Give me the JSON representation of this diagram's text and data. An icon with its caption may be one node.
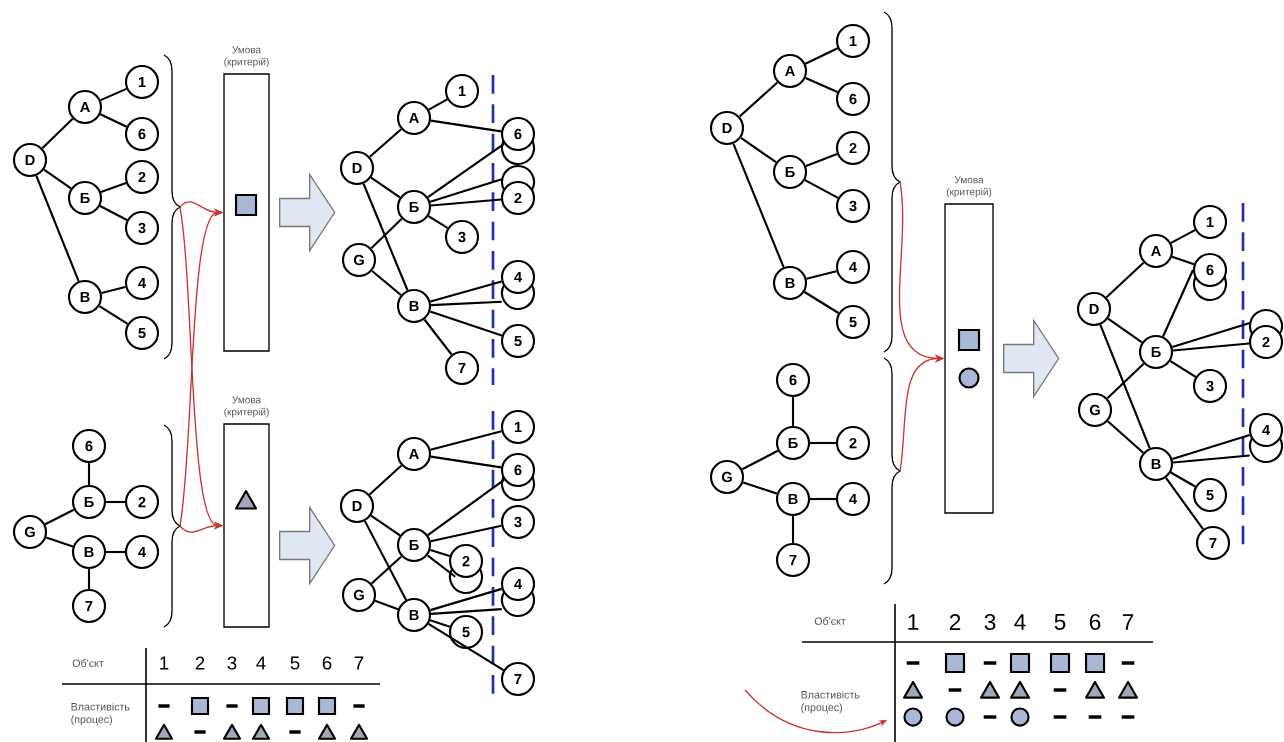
{
  "diagram": {
    "nodes": [
      {
        "text": [
          "D"
        ]
      },
      {
        "text": [
          "А"
        ]
      },
      {
        "text": [
          "1"
        ]
      },
      {
        "text": [
          "6"
        ]
      },
      {
        "text": [
          "Б"
        ]
      },
      {
        "text": [
          "2"
        ]
      },
      {
        "text": [
          "3"
        ]
      },
      {
        "text": [
          "В"
        ]
      },
      {
        "text": [
          "4"
        ]
      },
      {
        "text": [
          "5"
        ]
      },
      {
        "text": [],
        "shape": "brace"
      },
      {
        "text": [
          "Умова (критерій)"
        ]
      },
      {
        "text": [
          "D"
        ]
      },
      {
        "text": [
          "G"
        ]
      },
      {
        "text": [
          "А"
        ]
      },
      {
        "text": [
          "Б"
        ]
      },
      {
        "text": [
          "В"
        ]
      },
      {
        "text": [
          "1"
        ]
      },
      {
        "text": [
          "3"
        ]
      },
      {
        "text": [
          "7"
        ]
      },
      {
        "text": [
          "6"
        ]
      },
      {
        "text": [],
        "shape": "circle"
      },
      {
        "text": [],
        "shape": "circle"
      },
      {
        "text": [
          "2"
        ]
      },
      {
        "text": [
          "4"
        ]
      },
      {
        "text": [],
        "shape": "circle"
      },
      {
        "text": [
          "5"
        ]
      },
      {
        "text": [
          "G"
        ]
      },
      {
        "text": [
          "6"
        ]
      },
      {
        "text": [
          "Б"
        ]
      },
      {
        "text": [
          "2"
        ]
      },
      {
        "text": [
          "В"
        ]
      },
      {
        "text": [
          "4"
        ]
      },
      {
        "text": [
          "7"
        ]
      },
      {
        "text": [],
        "shape": "brace"
      },
      {
        "text": [
          "Умова (критерій)"
        ]
      },
      {
        "text": [
          "D"
        ]
      },
      {
        "text": [
          "G"
        ]
      },
      {
        "text": [
          "А"
        ]
      },
      {
        "text": [
          "Б"
        ]
      },
      {
        "text": [
          "В"
        ]
      },
      {
        "text": [
          "1"
        ]
      },
      {
        "text": [
          "6"
        ]
      },
      {
        "text": [],
        "shape": "circle"
      },
      {
        "text": [
          "3"
        ]
      },
      {
        "text": [
          "2"
        ]
      },
      {
        "text": [],
        "shape": "circle"
      },
      {
        "text": [
          "4"
        ]
      },
      {
        "text": [],
        "shape": "circle"
      },
      {
        "text": [
          "5"
        ]
      },
      {
        "text": [
          "7"
        ]
      },
      {
        "text": [
          "D"
        ]
      },
      {
        "text": [
          "А"
        ]
      },
      {
        "text": [
          "1"
        ]
      },
      {
        "text": [
          "6"
        ]
      },
      {
        "text": [
          "Б"
        ]
      },
      {
        "text": [
          "2"
        ]
      },
      {
        "text": [
          "3"
        ]
      },
      {
        "text": [
          "В"
        ]
      },
      {
        "text": [
          "4"
        ]
      },
      {
        "text": [
          "5"
        ]
      },
      {
        "text": [],
        "shape": "brace"
      },
      {
        "text": [
          "G"
        ]
      },
      {
        "text": [
          "6"
        ]
      },
      {
        "text": [
          "Б"
        ]
      },
      {
        "text": [
          "2"
        ]
      },
      {
        "text": [
          "В"
        ]
      },
      {
        "text": [
          "4"
        ]
      },
      {
        "text": [
          "7"
        ]
      },
      {
        "text": [],
        "shape": "brace"
      },
      {
        "text": [
          "Умова (критерій)"
        ]
      },
      {
        "text": [
          "D"
        ]
      },
      {
        "text": [
          "G"
        ]
      },
      {
        "text": [
          "А"
        ]
      },
      {
        "text": [
          "Б"
        ]
      },
      {
        "text": [
          "В"
        ]
      },
      {
        "text": [
          "1"
        ]
      },
      {
        "text": [
          "6"
        ]
      },
      {
        "text": [],
        "shape": "circle"
      },
      {
        "text": [],
        "shape": "circle"
      },
      {
        "text": [
          "2"
        ]
      },
      {
        "text": [
          "3"
        ]
      },
      {
        "text": [
          "4"
        ]
      },
      {
        "text": [],
        "shape": "circle"
      },
      {
        "text": [
          "5"
        ]
      },
      {
        "text": [
          "7"
        ]
      }
    ],
    "edges": [
      {
        "from": 0,
        "to": 1,
        "arrow": "none"
      },
      {
        "from": 0,
        "to": 4,
        "arrow": "none"
      },
      {
        "from": 0,
        "to": 7,
        "arrow": "none"
      },
      {
        "from": 1,
        "to": 2,
        "arrow": "none"
      },
      {
        "from": 1,
        "to": 3,
        "arrow": "none"
      },
      {
        "from": 4,
        "to": 5,
        "arrow": "none"
      },
      {
        "from": 4,
        "to": 6,
        "arrow": "none"
      },
      {
        "from": 7,
        "to": 8,
        "arrow": "none"
      },
      {
        "from": 7,
        "to": 9,
        "arrow": "none"
      },
      {
        "from": 10,
        "to": 11,
        "arrow": "to",
        "color": "#cc3333"
      },
      {
        "from": 10,
        "to": 35,
        "arrow": "to",
        "color": "#cc3333"
      },
      {
        "from": 34,
        "to": 35,
        "arrow": "to",
        "color": "#cc3333"
      },
      {
        "from": 34,
        "to": 11,
        "arrow": "to",
        "color": "#cc3333"
      },
      {
        "from": 11,
        "to": null,
        "arrow": "to",
        "style": "thick"
      },
      {
        "from": 12,
        "to": 14,
        "arrow": "none"
      },
      {
        "from": 12,
        "to": 15,
        "arrow": "none"
      },
      {
        "from": 12,
        "to": 16,
        "arrow": "none"
      },
      {
        "from": 13,
        "to": 15,
        "arrow": "none"
      },
      {
        "from": 13,
        "to": 16,
        "arrow": "none"
      },
      {
        "from": 14,
        "to": 17,
        "arrow": "none"
      },
      {
        "from": 14,
        "to": 20,
        "arrow": "none"
      },
      {
        "from": 15,
        "to": 20,
        "arrow": "none"
      },
      {
        "from": 15,
        "to": 22,
        "arrow": "none"
      },
      {
        "from": 15,
        "to": 23,
        "arrow": "none"
      },
      {
        "from": 15,
        "to": 18,
        "arrow": "none"
      },
      {
        "from": 16,
        "to": 24,
        "arrow": "none"
      },
      {
        "from": 16,
        "to": 25,
        "arrow": "none"
      },
      {
        "from": 16,
        "to": 26,
        "arrow": "none"
      },
      {
        "from": 16,
        "to": 19,
        "arrow": "none"
      },
      {
        "from": 27,
        "to": 29,
        "arrow": "none"
      },
      {
        "from": 27,
        "to": 31,
        "arrow": "none"
      },
      {
        "from": 29,
        "to": 28,
        "arrow": "none"
      },
      {
        "from": 29,
        "to": 30,
        "arrow": "none"
      },
      {
        "from": 31,
        "to": 32,
        "arrow": "none"
      },
      {
        "from": 31,
        "to": 33,
        "arrow": "none"
      },
      {
        "from": 35,
        "to": null,
        "arrow": "to",
        "style": "thick"
      },
      {
        "from": 36,
        "to": 38,
        "arrow": "none"
      },
      {
        "from": 36,
        "to": 39,
        "arrow": "none"
      },
      {
        "from": 36,
        "to": 40,
        "arrow": "none"
      },
      {
        "from": 37,
        "to": 39,
        "arrow": "none"
      },
      {
        "from": 37,
        "to": 40,
        "arrow": "none"
      },
      {
        "from": 38,
        "to": 41,
        "arrow": "none"
      },
      {
        "from": 38,
        "to": 42,
        "arrow": "none"
      },
      {
        "from": 39,
        "to": 42,
        "arrow": "none"
      },
      {
        "from": 39,
        "to": 44,
        "arrow": "none"
      },
      {
        "from": 39,
        "to": 45,
        "arrow": "none"
      },
      {
        "from": 39,
        "to": 46,
        "arrow": "none"
      },
      {
        "from": 40,
        "to": 47,
        "arrow": "none"
      },
      {
        "from": 40,
        "to": 48,
        "arrow": "none"
      },
      {
        "from": 40,
        "to": 49,
        "arrow": "none"
      },
      {
        "from": 40,
        "to": 50,
        "arrow": "none"
      },
      {
        "from": 51,
        "to": 52,
        "arrow": "none"
      },
      {
        "from": 51,
        "to": 55,
        "arrow": "none"
      },
      {
        "from": 51,
        "to": 58,
        "arrow": "none"
      },
      {
        "from": 52,
        "to": 53,
        "arrow": "none"
      },
      {
        "from": 52,
        "to": 54,
        "arrow": "none"
      },
      {
        "from": 55,
        "to": 56,
        "arrow": "none"
      },
      {
        "from": 55,
        "to": 57,
        "arrow": "none"
      },
      {
        "from": 58,
        "to": 59,
        "arrow": "none"
      },
      {
        "from": 58,
        "to": 60,
        "arrow": "none"
      },
      {
        "from": 62,
        "to": 64,
        "arrow": "none"
      },
      {
        "from": 62,
        "to": 66,
        "arrow": "none"
      },
      {
        "from": 64,
        "to": 63,
        "arrow": "none"
      },
      {
        "from": 64,
        "to": 65,
        "arrow": "none"
      },
      {
        "from": 66,
        "to": 67,
        "arrow": "none"
      },
      {
        "from": 66,
        "to": 68,
        "arrow": "none"
      },
      {
        "from": 61,
        "to": 70,
        "arrow": "to",
        "color": "#cc3333"
      },
      {
        "from": 69,
        "to": 70,
        "arrow": "to",
        "color": "#cc3333"
      },
      {
        "from": 70,
        "to": null,
        "arrow": "to",
        "style": "thick"
      },
      {
        "from": 71,
        "to": 73,
        "arrow": "none"
      },
      {
        "from": 71,
        "to": 74,
        "arrow": "none"
      },
      {
        "from": 71,
        "to": 75,
        "arrow": "none"
      },
      {
        "from": 72,
        "to": 74,
        "arrow": "none"
      },
      {
        "from": 72,
        "to": 75,
        "arrow": "none"
      },
      {
        "from": 73,
        "to": 76,
        "arrow": "none"
      },
      {
        "from": 73,
        "to": 77,
        "arrow": "none"
      },
      {
        "from": 74,
        "to": 77,
        "arrow": "none"
      },
      {
        "from": 74,
        "to": 79,
        "arrow": "none"
      },
      {
        "from": 74,
        "to": 80,
        "arrow": "none"
      },
      {
        "from": 74,
        "to": 81,
        "arrow": "none"
      },
      {
        "from": 75,
        "to": 82,
        "arrow": "none"
      },
      {
        "from": 75,
        "to": 83,
        "arrow": "none"
      },
      {
        "from": 75,
        "to": 84,
        "arrow": "none"
      },
      {
        "from": 75,
        "to": 85,
        "arrow": "none"
      }
    ],
    "labels": [
      "Об'єкт",
      "1",
      "2",
      "3",
      "4",
      "5",
      "6",
      "7",
      "Властивість (процес)",
      "Об'єкт",
      "1",
      "2",
      "3",
      "4",
      "5",
      "6",
      "7",
      "Властивість (процес)"
    ]
  }
}
